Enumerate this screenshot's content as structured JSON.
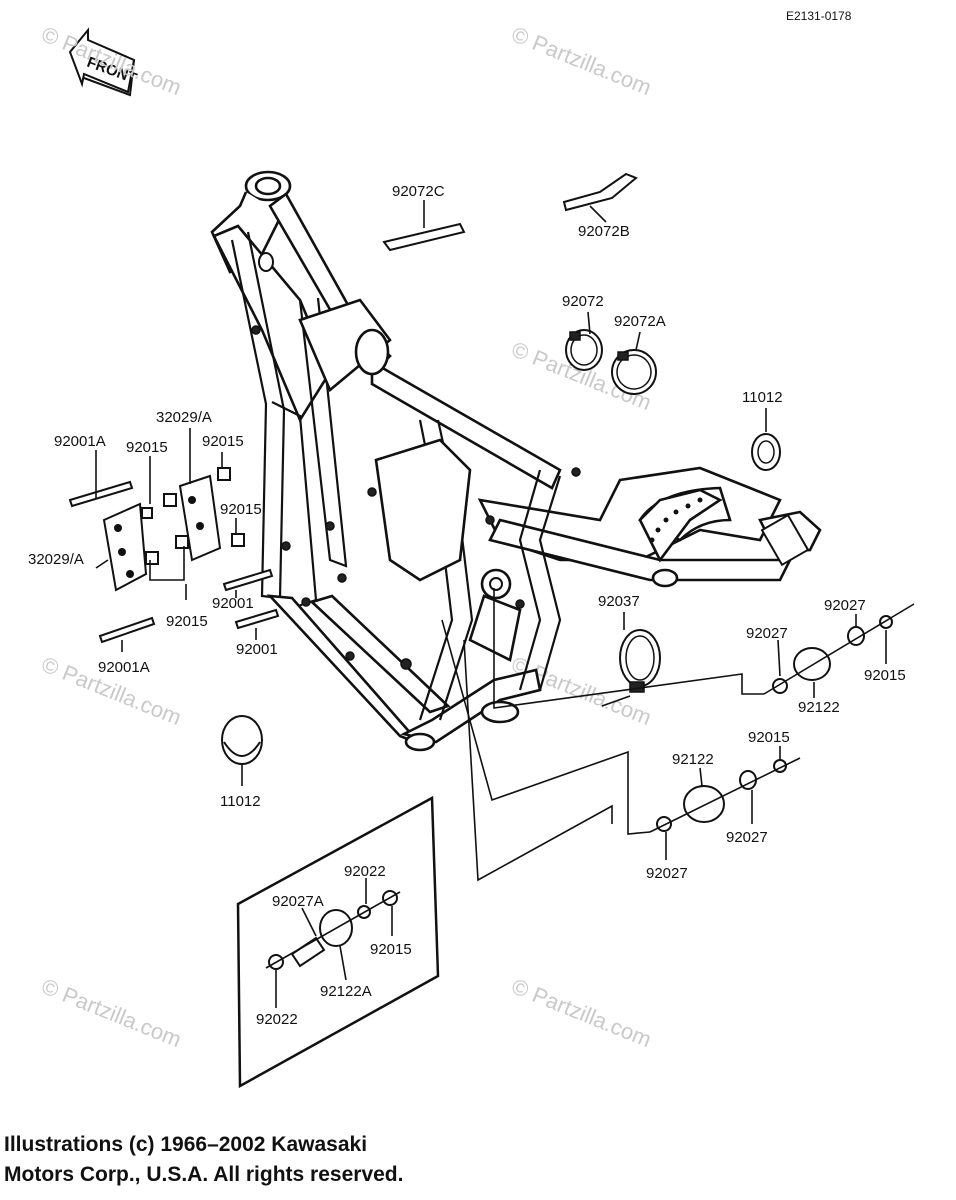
{
  "diagram_code": "E2131-0178",
  "front_label": "FRONT",
  "watermarks": [
    "© Partzilla.com",
    "© Partzilla.com",
    "© Partzilla.com",
    "© Partzilla.com",
    "© Partzilla.com",
    "© Partzilla.com",
    "© Partzilla.com"
  ],
  "part_labels": [
    "92072C",
    "92072B",
    "92072",
    "92072A",
    "11012",
    "92001A",
    "92015",
    "32029/A",
    "92015",
    "92015",
    "32029/A",
    "92001",
    "92015",
    "92001",
    "92001A",
    "92037",
    "92027",
    "92015",
    "92027",
    "92122",
    "92015",
    "92122",
    "92027",
    "92027",
    "11012",
    "92022",
    "92027A",
    "92015",
    "92122A",
    "92022"
  ],
  "copyright_lines": [
    "Illustrations (c) 1966–2002 Kawasaki",
    "Motors Corp., U.S.A.  All rights reserved."
  ]
}
